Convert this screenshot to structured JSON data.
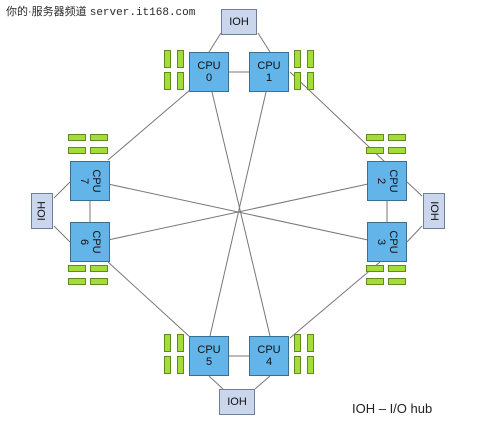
{
  "watermark": {
    "text": "你的·服务器频道",
    "site": "server.it168.com"
  },
  "ioh_label": "IOH",
  "cpu_label": "CPU",
  "cpus": [
    {
      "id": "0"
    },
    {
      "id": "1"
    },
    {
      "id": "2"
    },
    {
      "id": "3"
    },
    {
      "id": "4"
    },
    {
      "id": "5"
    },
    {
      "id": "6"
    },
    {
      "id": "7"
    }
  ],
  "legend": "IOH – I/O hub",
  "colors": {
    "cpu": "#63b4e8",
    "ioh": "#c9d6ec",
    "dimm": "#a4dc3a",
    "line": "#777777"
  }
}
